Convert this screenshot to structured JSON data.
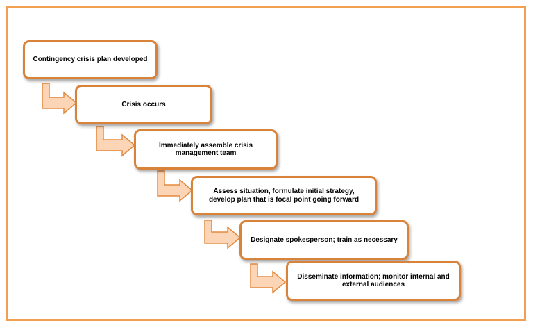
{
  "colors": {
    "frame_border": "#f0a050",
    "box_border": "#d9833a",
    "arrow_fill": "#fbd5b5",
    "arrow_stroke": "#e38a3f"
  },
  "steps": [
    {
      "label": "Contingency crisis plan developed"
    },
    {
      "label": "Crisis occurs"
    },
    {
      "label": "Immediately assemble crisis management team"
    },
    {
      "label": "Assess situation, formulate initial strategy, develop plan that is focal point going forward"
    },
    {
      "label": "Designate spokesperson; train as necessary"
    },
    {
      "label": "Disseminate information; monitor internal and external audiences"
    }
  ]
}
